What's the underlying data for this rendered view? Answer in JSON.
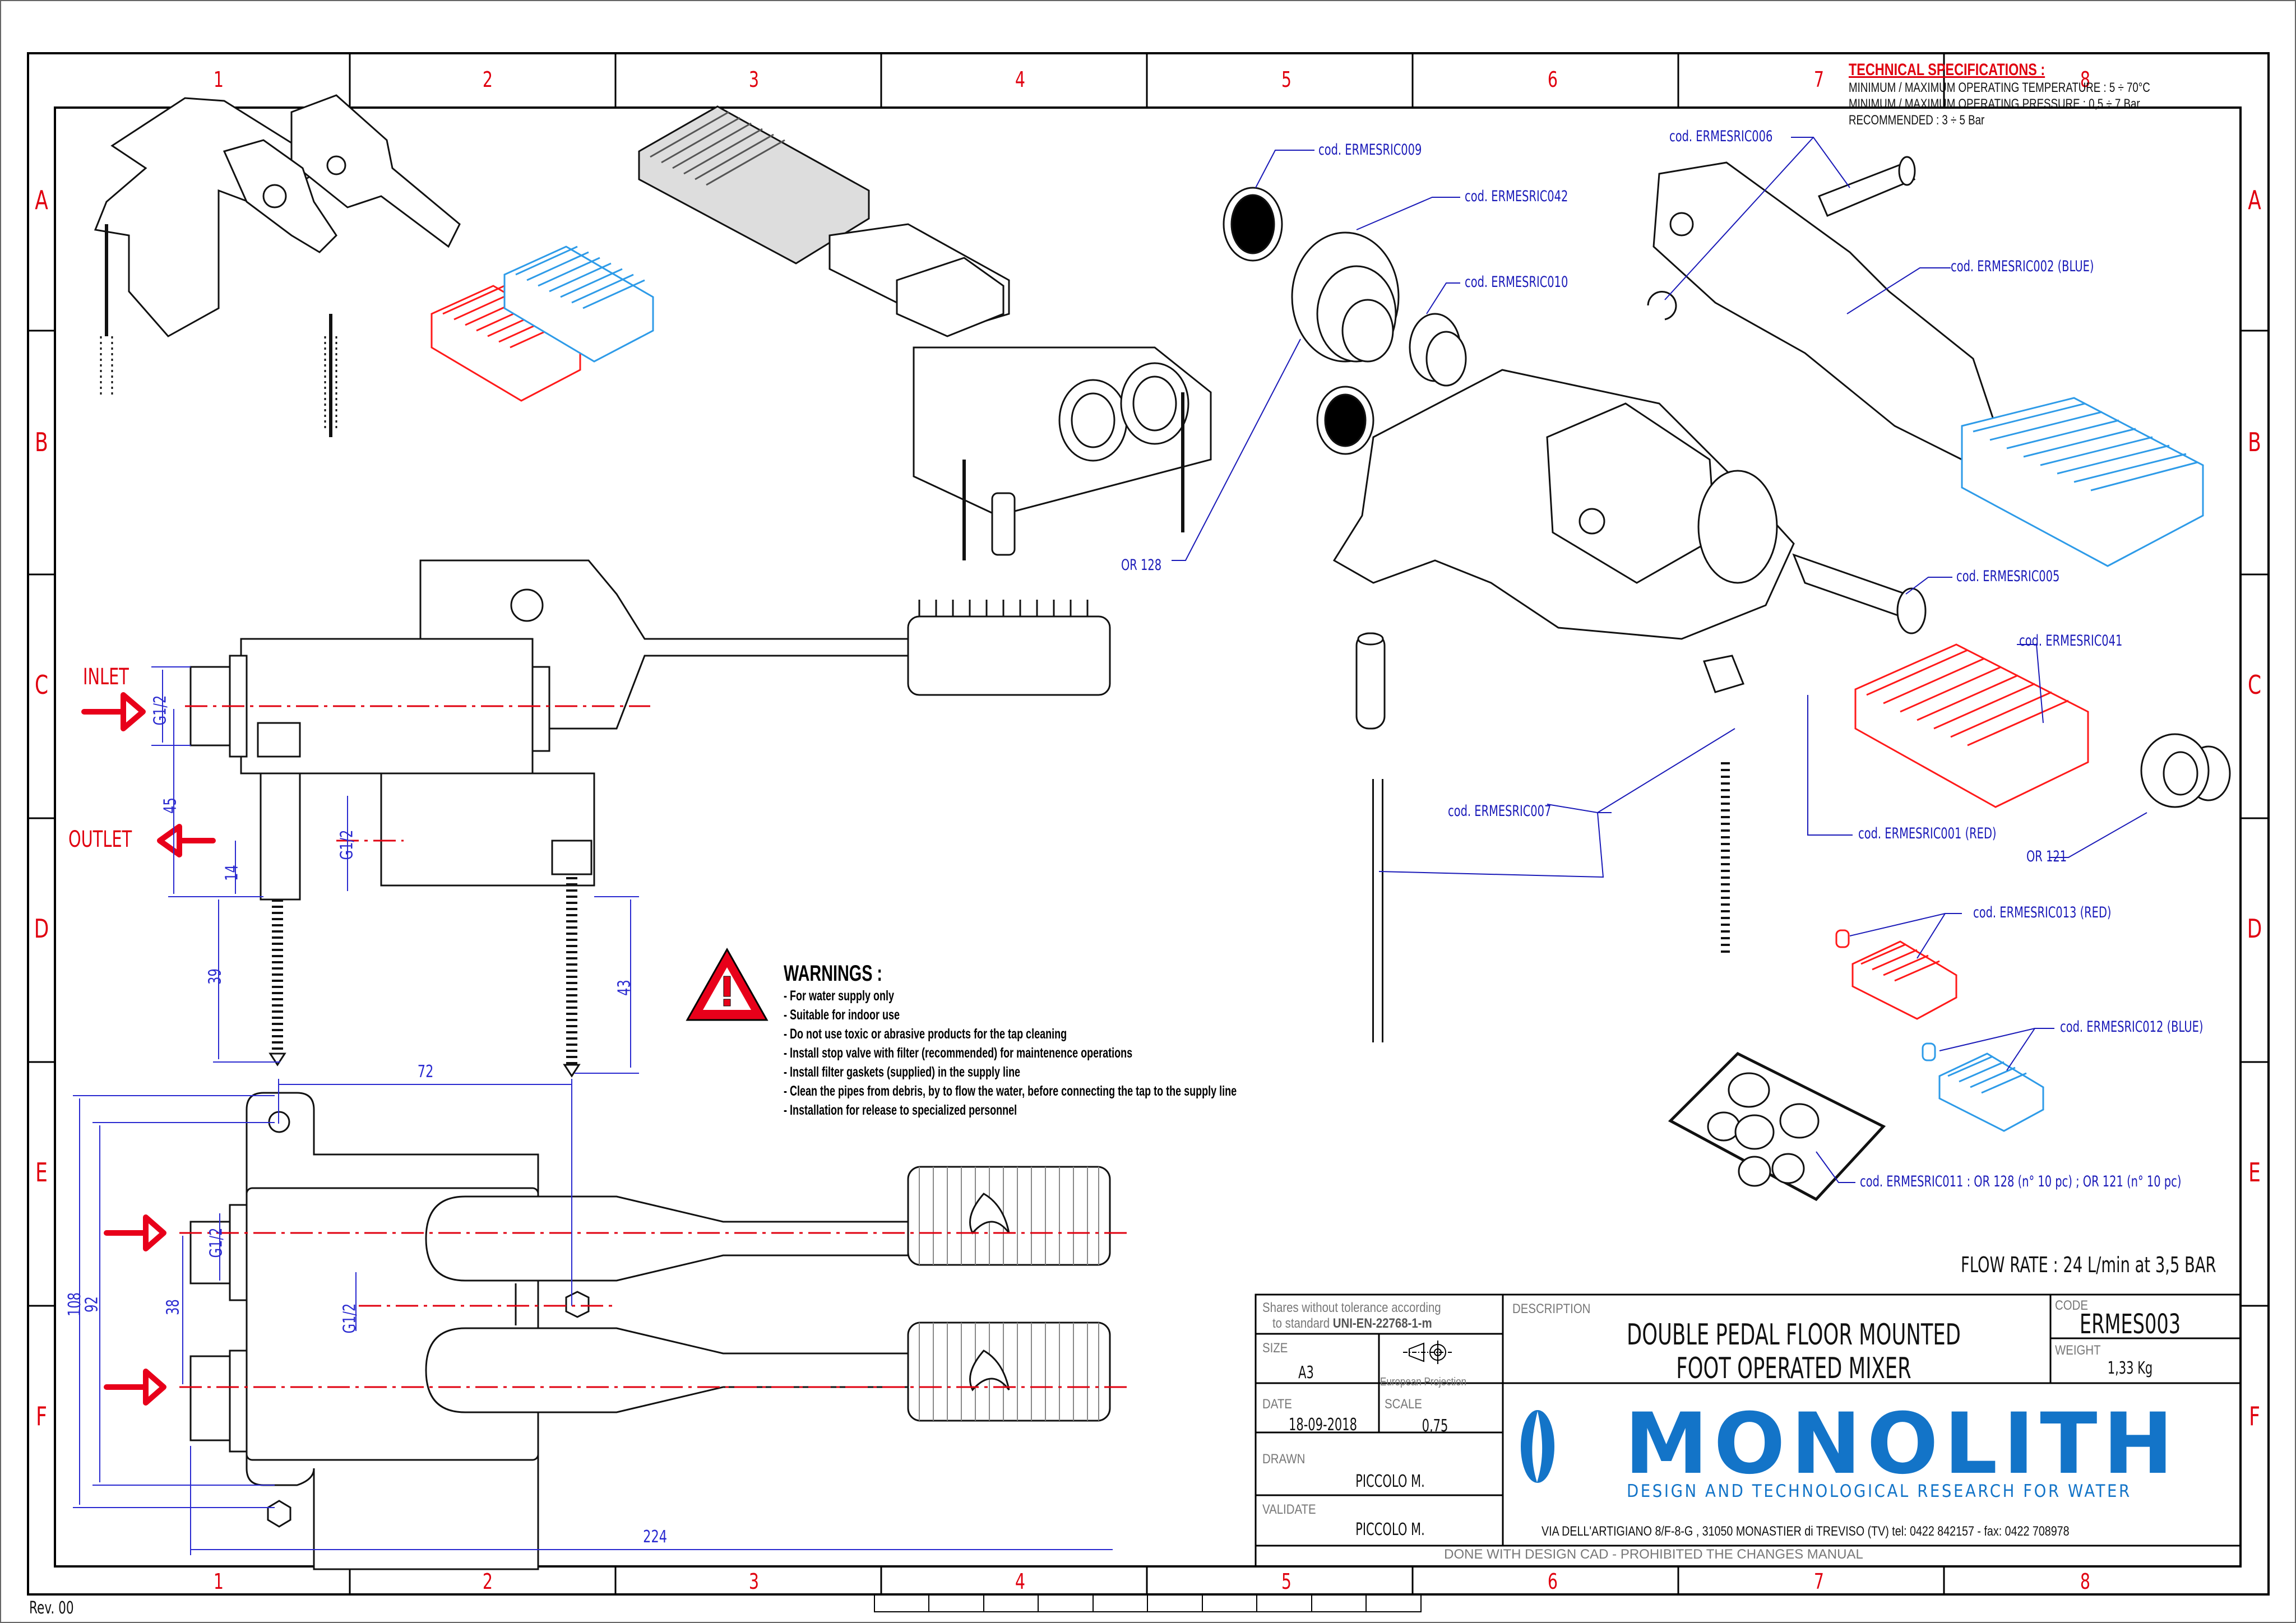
{
  "sheet": {
    "columns": [
      "1",
      "2",
      "3",
      "4",
      "5",
      "6",
      "7",
      "8"
    ],
    "rows": [
      "A",
      "B",
      "C",
      "D",
      "E",
      "F"
    ],
    "revision": "Rev. 00"
  },
  "technical_specifications": {
    "title": "TECHNICAL SPECIFICATIONS :",
    "lines": [
      "MINIMUM / MAXIMUM OPERATING TEMPERATURE : 5 ÷ 70°C",
      "MINIMUM / MAXIMUM OPERATING  PRESSURE : 0,5 ÷ 7 Bar",
      "RECOMMENDED : 3 ÷ 5 Bar"
    ]
  },
  "warnings": {
    "title": "WARNINGS :",
    "icon": "warning-triangle-icon",
    "items": [
      "- For water supply only",
      "- Suitable for indoor use",
      "- Do not use toxic or abrasive products for the tap cleaning",
      "- Install stop valve with filter (recommended) for maintenence operations",
      "- Install filter gaskets (supplied) in the supply line",
      "- Clean the pipes from debris, by to flow the water, before connecting the tap to the supply line",
      "- Installation for release to specialized personnel"
    ]
  },
  "side_view": {
    "inlet_label": "INLET",
    "outlet_label": "OUTLET",
    "dims": {
      "inlet_thread": "G1/2",
      "outlet_thread": "G1/2",
      "height_45": "45",
      "height_14": "14",
      "screw_39": "39",
      "screw_43": "43"
    }
  },
  "top_view": {
    "dims": {
      "d72": "72",
      "d108": "108",
      "d92": "92",
      "d38": "38",
      "thread_inlet": "G1/2",
      "thread_outlet": "G1/2",
      "d224": "224"
    }
  },
  "callouts": {
    "c009": "cod. ERMESRIC009",
    "c042": "cod. ERMESRIC042",
    "c010": "cod. ERMESRIC010",
    "c006": "cod. ERMESRIC006",
    "c002": "cod. ERMESRIC002 (BLUE)",
    "or128": "OR 128",
    "c005": "cod. ERMESRIC005",
    "c041": "cod. ERMESRIC041",
    "c007": "cod. ERMESRIC007",
    "c001": "cod. ERMESRIC001 (RED)",
    "or121": "OR 121",
    "c013": "cod. ERMESRIC013 (RED)",
    "c012": "cod. ERMESRIC012 (BLUE)",
    "c011": "cod. ERMESRIC011 : OR 128 (n° 10 pc) ; OR 121 (n° 10 pc)"
  },
  "flow_rate": "FLOW RATE : 24 L/min at 3,5 BAR",
  "title_block": {
    "tolerance_line1": "Shares without tolerance according",
    "tolerance_line2_prefix": "to standard",
    "tolerance_standard": "UNI-EN-22768-1-m",
    "size_label": "SIZE",
    "size_value": "A3",
    "projection_label": "European Projection",
    "date_label": "DATE",
    "date_value": "18-09-2018",
    "scale_label": "SCALE",
    "scale_value": "0,75",
    "drawn_label": "DRAWN",
    "drawn_value": "PICCOLO M.",
    "validate_label": "VALIDATE",
    "validate_value": "PICCOLO M.",
    "description_label": "DESCRIPTION",
    "description_line1": "DOUBLE PEDAL FLOOR MOUNTED",
    "description_line2": "FOOT OPERATED MIXER",
    "code_label": "CODE",
    "code_value": "ERMES003",
    "weight_label": "WEIGHT",
    "weight_value": "1,33 Kg",
    "company_name": "MONOLITH",
    "company_tagline": "DESIGN AND TECHNOLOGICAL RESEARCH FOR WATER",
    "address": "VIA DELL'ARTIGIANO 8/F-8-G , 31050 MONASTIER di TREVISO (TV) tel: 0422 842157 - fax: 0422 708978",
    "cad_note": "DONE WITH DESIGN CAD - PROHIBITED THE CHANGES MANUAL"
  },
  "colors": {
    "frame_red": "#e0000f",
    "dimension_blue": "#2a2ad0",
    "callout_blue": "#1a1ab8",
    "hot_red": "#ff1a1a",
    "cold_blue": "#2e9be8",
    "brand_blue": "#1374c8"
  }
}
